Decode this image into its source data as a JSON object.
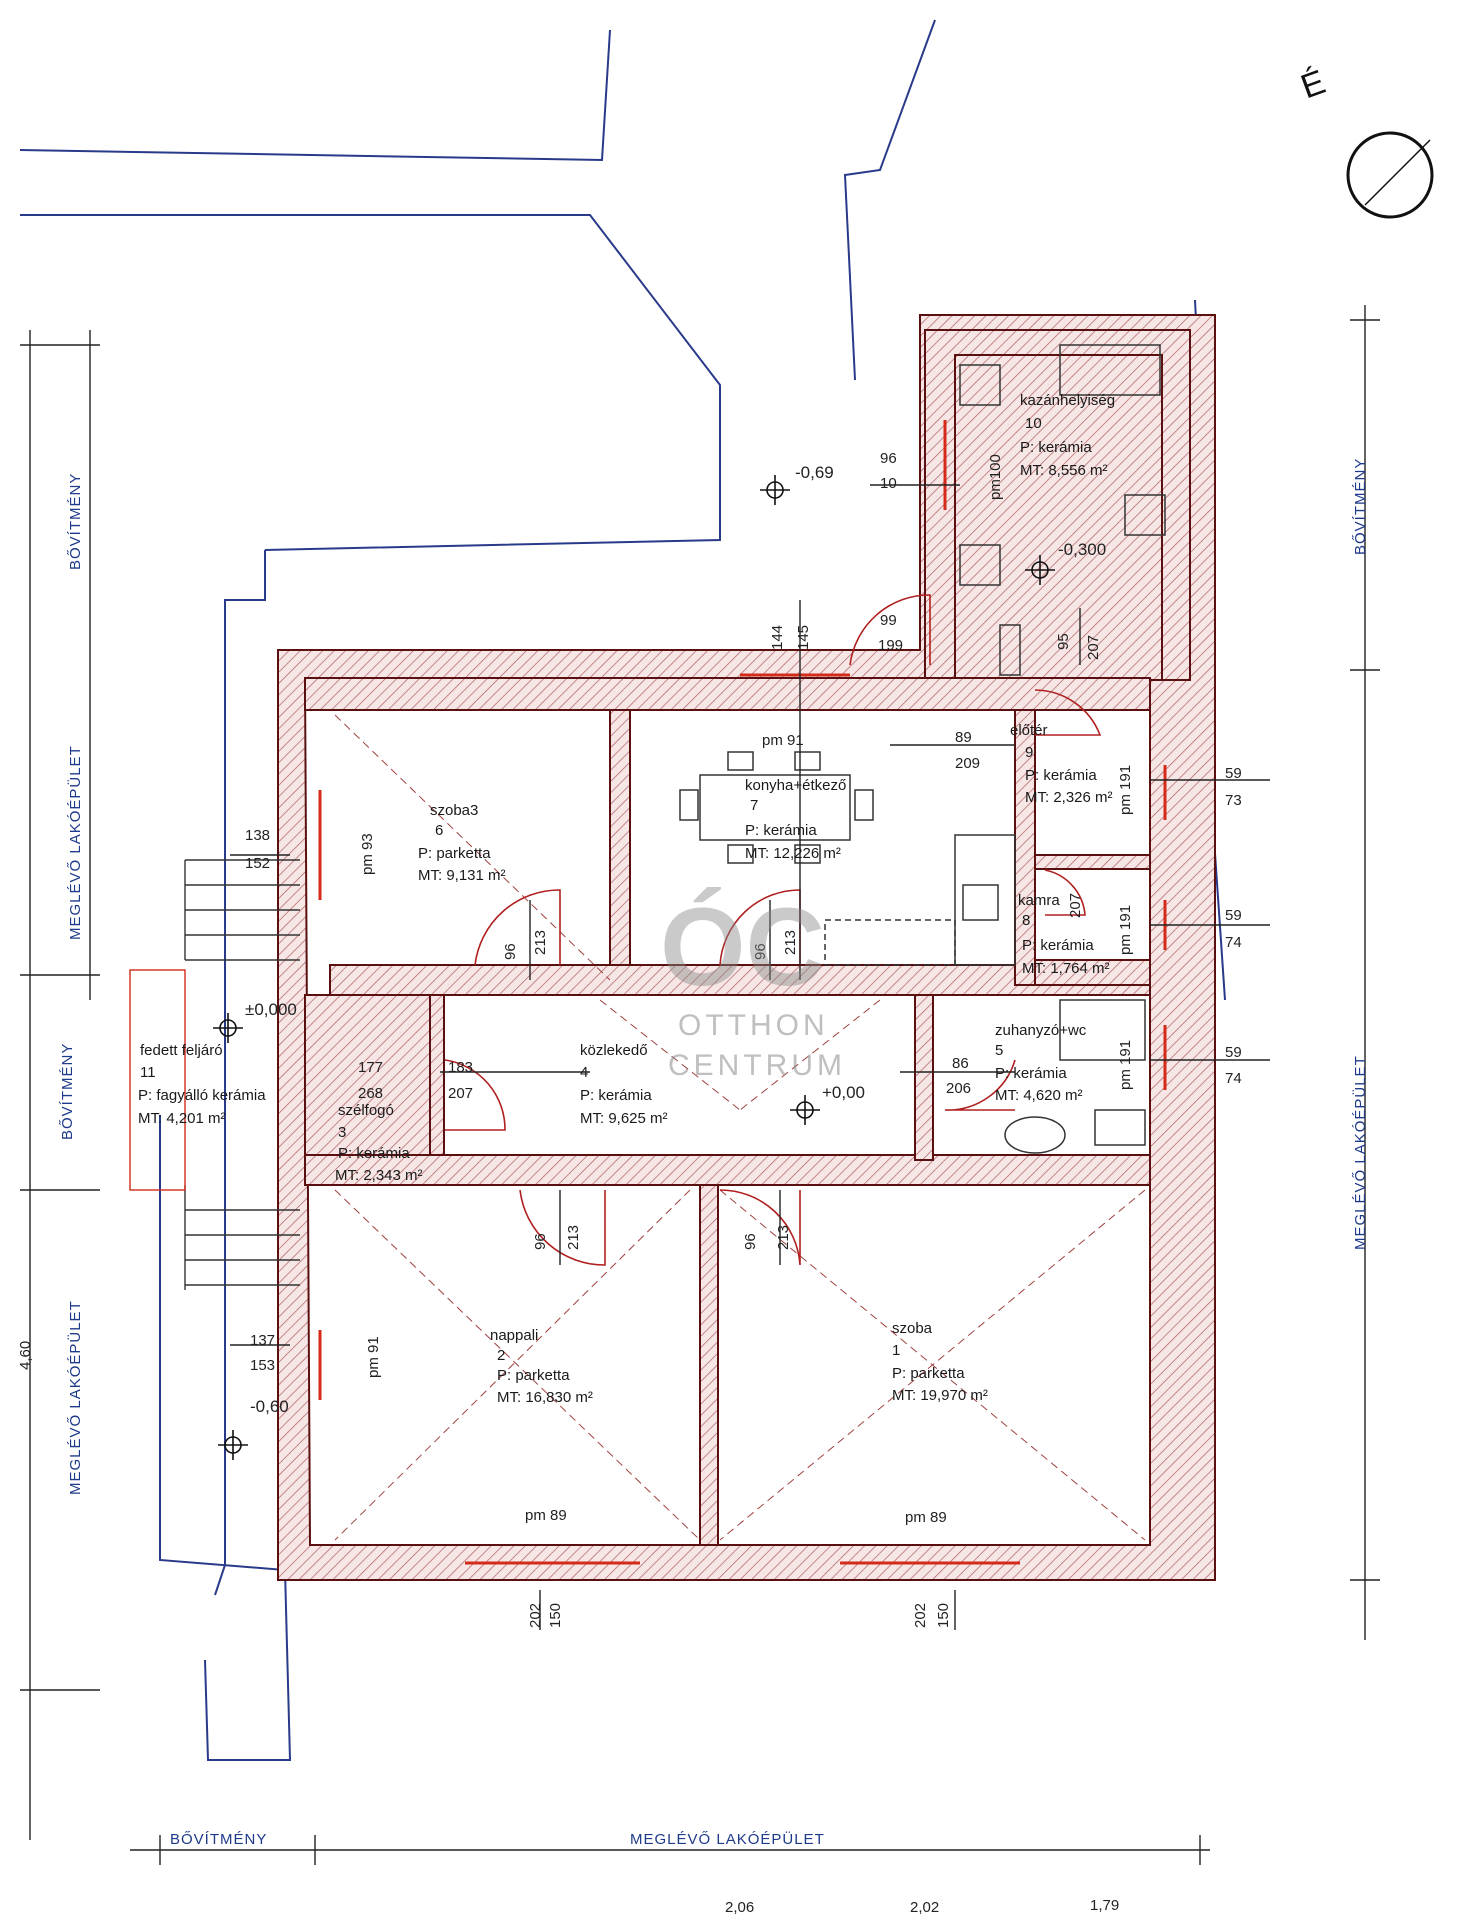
{
  "rooms": [
    {
      "id": "szoba3",
      "name": "szoba3",
      "number": "6",
      "floor": "P:    parketta",
      "area": "MT: 9,131 m²"
    },
    {
      "id": "konyha",
      "name": "konyha+étkező",
      "number": "7",
      "floor": "P:      kerámia",
      "area": "MT: 12,226 m²"
    },
    {
      "id": "eloter",
      "name": "előtér",
      "number": "9",
      "floor": "P:    kerámia",
      "area": "MT: 2,326 m²"
    },
    {
      "id": "kamra",
      "name": "kamra",
      "number": "8",
      "floor": "P:    kerámia",
      "area": "MT: 1,764 m²"
    },
    {
      "id": "kazan",
      "name": "kazánhelyiség",
      "number": "10",
      "floor": "P:    kerámia",
      "area": "MT: 8,556 m²"
    },
    {
      "id": "kozlekedo",
      "name": "közlekedő",
      "number": "4",
      "floor": "P:    kerámia",
      "area": "MT: 9,625 m²"
    },
    {
      "id": "zuhanyzo",
      "name": "zuhanyzó+wc",
      "number": "5",
      "floor": "P:    kerámia",
      "area": "MT: 4,620 m²"
    },
    {
      "id": "szelfogo",
      "name": "szélfogó",
      "number": "3",
      "floor": "P:    kerámia",
      "area": "MT: 2,343 m²"
    },
    {
      "id": "fedett",
      "name": "fedett feljáró",
      "number": "11",
      "floor": "P: fagyálló kerámia",
      "area": "MT:      4,201 m²"
    },
    {
      "id": "nappali",
      "name": "nappali",
      "number": "2",
      "floor": "P:    parketta",
      "area": "MT: 16,830 m²"
    },
    {
      "id": "szoba1",
      "name": "szoba",
      "number": "1",
      "floor": "P:    parketta",
      "area": "MT: 19,970 m²"
    }
  ],
  "side_labels": {
    "bovitmeny": "BŐVÍTMÉNY",
    "meglevo": "MEGLÉVŐ LAKÓÉPÜLET"
  },
  "elevations": {
    "e1": "-0,69",
    "e2": "-0,300",
    "e3": "±0,000",
    "e4": "+0,00",
    "e5": "-0,60"
  },
  "dimensions": {
    "d96a": "96",
    "d10": "10",
    "d144": "144",
    "d145": "145",
    "d99": "99",
    "d199": "199",
    "d95": "95",
    "d207a": "207",
    "pm91": "pm 91",
    "d89": "89",
    "d209": "209",
    "pm100": "pm100",
    "pm191a": "pm 191",
    "pm191b": "pm 191",
    "pm191c": "pm 191",
    "d59a": "59",
    "d73": "73",
    "d59b": "59",
    "d74a": "74",
    "d59c": "59",
    "d74b": "74",
    "d138": "138",
    "d152": "152",
    "pm93": "pm 93",
    "d96b": "96",
    "d213a": "213",
    "d96c": "96",
    "d213b": "213",
    "d207b": "207",
    "d177": "177",
    "d268": "268",
    "d183": "183",
    "d207c": "207",
    "d86": "86",
    "d206": "206",
    "d96d": "96",
    "d213c": "213",
    "d96e": "96",
    "d213d": "213",
    "d137": "137",
    "d153": "153",
    "pm91b": "pm 91",
    "pm89a": "pm 89",
    "pm89b": "pm 89",
    "d202a": "202",
    "d150a": "150",
    "d202b": "202",
    "d150b": "150",
    "d460": "4,60",
    "d206b": "2,06",
    "d202c": "2,02",
    "d179": "1,79"
  },
  "compass": {
    "letter": "É"
  },
  "watermark": {
    "logo": "ÓC",
    "line1": "OTTHON",
    "line2": "CENTRUM"
  },
  "colors": {
    "wall_fill": "#f3dede",
    "wall_stroke": "#5a1010",
    "red": "#d42a1a",
    "outline_blue": "#2a3a8a",
    "dim": "#222222"
  }
}
